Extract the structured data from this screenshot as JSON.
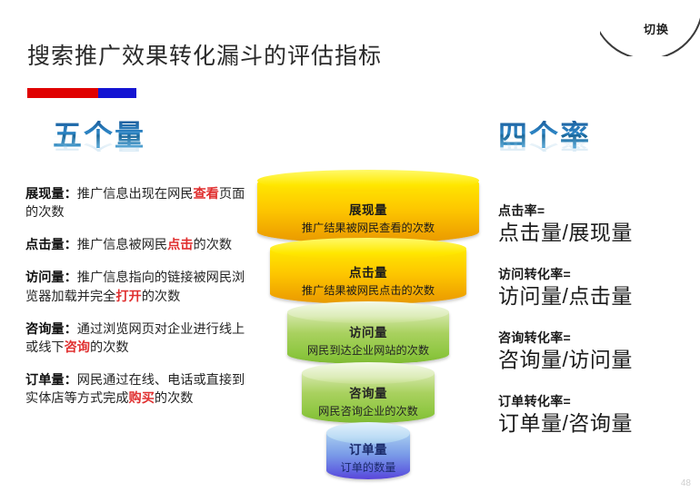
{
  "slide": {
    "title": "搜索推广效果转化漏斗的评估指标",
    "page_number": "48",
    "accent_red": "#e00000",
    "accent_blue": "#1414d2",
    "heading_blue": "#1d74b8"
  },
  "corner": {
    "label": "切换",
    "icon": "arc-corner-icon"
  },
  "left_section": {
    "heading": "五个量",
    "items": [
      {
        "term": "展现量",
        "sep": "：",
        "text_before": "推广信息出现在网民",
        "highlight": "查看",
        "text_after": "页面的次数"
      },
      {
        "term": "点击量",
        "sep": "：",
        "text_before": "推广信息被网民",
        "highlight": "点击",
        "text_after": "的次数"
      },
      {
        "term": "访问量",
        "sep": "：",
        "text_before": "推广信息指向的链接被网民浏览器加载并完全",
        "highlight": "打开",
        "text_after": "的次数"
      },
      {
        "term": "咨询量",
        "sep": "：",
        "text_before": "通过浏览网页对企业进行线上或线下",
        "highlight": "咨询",
        "text_after": "的次数"
      },
      {
        "term": "订单量",
        "sep": "：",
        "text_before": "网民通过在线、电话或直接到实体店等方式完成",
        "highlight": "购买",
        "text_after": "的次数"
      }
    ]
  },
  "funnel": {
    "layers": [
      {
        "name": "展现量",
        "desc": "推广结果被网民查看的次数",
        "color": "#ffd900",
        "tone": "y"
      },
      {
        "name": "点击量",
        "desc": "推广结果被网民点击的次数",
        "color": "#ffd900",
        "tone": "y"
      },
      {
        "name": "访问量",
        "desc": "网民到达企业网站的次数",
        "color": "#8cc63f",
        "tone": "g"
      },
      {
        "name": "咨询量",
        "desc": "网民咨询企业的次数",
        "color": "#8cc63f",
        "tone": "g"
      },
      {
        "name": "订单量",
        "desc": "订单的数量",
        "color": "#5f5fe0",
        "tone": "b"
      }
    ]
  },
  "right_section": {
    "heading": "四个率",
    "formulas": [
      {
        "name": "点击率=",
        "expr": "点击量/展现量"
      },
      {
        "name": "访问转化率=",
        "expr": "访问量/点击量"
      },
      {
        "name": "咨询转化率=",
        "expr": "咨询量/访问量"
      },
      {
        "name": "订单转化率=",
        "expr": "订单量/咨询量"
      }
    ]
  }
}
